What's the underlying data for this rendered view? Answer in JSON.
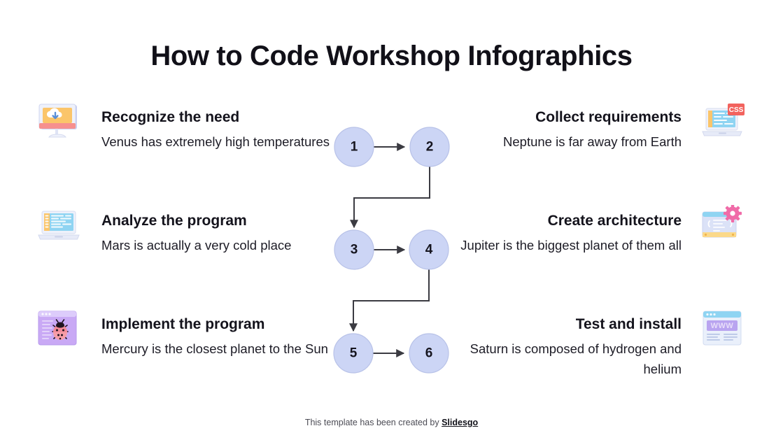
{
  "title": "How to Code Workshop Infographics",
  "steps": {
    "left": [
      {
        "heading": "Recognize the need",
        "body": "Venus has extremely high temperatures",
        "icon_name": "monitor-cloud-download-icon"
      },
      {
        "heading": "Analyze the program",
        "body": "Mars is actually a very cold place",
        "icon_name": "laptop-code-editor-icon"
      },
      {
        "heading": "Implement the program",
        "body": "Mercury is the closest planet to the Sun",
        "icon_name": "browser-bug-debug-icon"
      }
    ],
    "right": [
      {
        "heading": "Collect requirements",
        "body": "Neptune is far away from Earth",
        "icon_name": "laptop-css-tag-icon",
        "icon_text": "CSS"
      },
      {
        "heading": "Create architecture",
        "body": "Jupiter is the biggest planet of them all",
        "icon_name": "code-window-gear-icon"
      },
      {
        "heading": "Test and install",
        "body": "Saturn is composed of hydrogen and helium",
        "icon_name": "browser-www-icon",
        "icon_text": "WWW"
      }
    ]
  },
  "flow": {
    "nodes": [
      {
        "id": "1",
        "label": "1"
      },
      {
        "id": "2",
        "label": "2"
      },
      {
        "id": "3",
        "label": "3"
      },
      {
        "id": "4",
        "label": "4"
      },
      {
        "id": "5",
        "label": "5"
      },
      {
        "id": "6",
        "label": "6"
      }
    ],
    "node_fill": "#ccd5f5",
    "node_stroke": "#b8c2e8",
    "connector_color": "#3b3b42"
  },
  "footer": {
    "text": "This template has been created by ",
    "brand": "Slidesgo"
  },
  "colors": {
    "background": "#ffffff",
    "title": "#111018",
    "heading": "#14131c",
    "body": "#1d1c26",
    "node": "#ccd5f5",
    "accent_pink": "#f06ba8",
    "accent_orange": "#fbc56a",
    "accent_blue": "#8fd4f2",
    "accent_purple": "#b9a4f0",
    "accent_red": "#f2635e"
  }
}
